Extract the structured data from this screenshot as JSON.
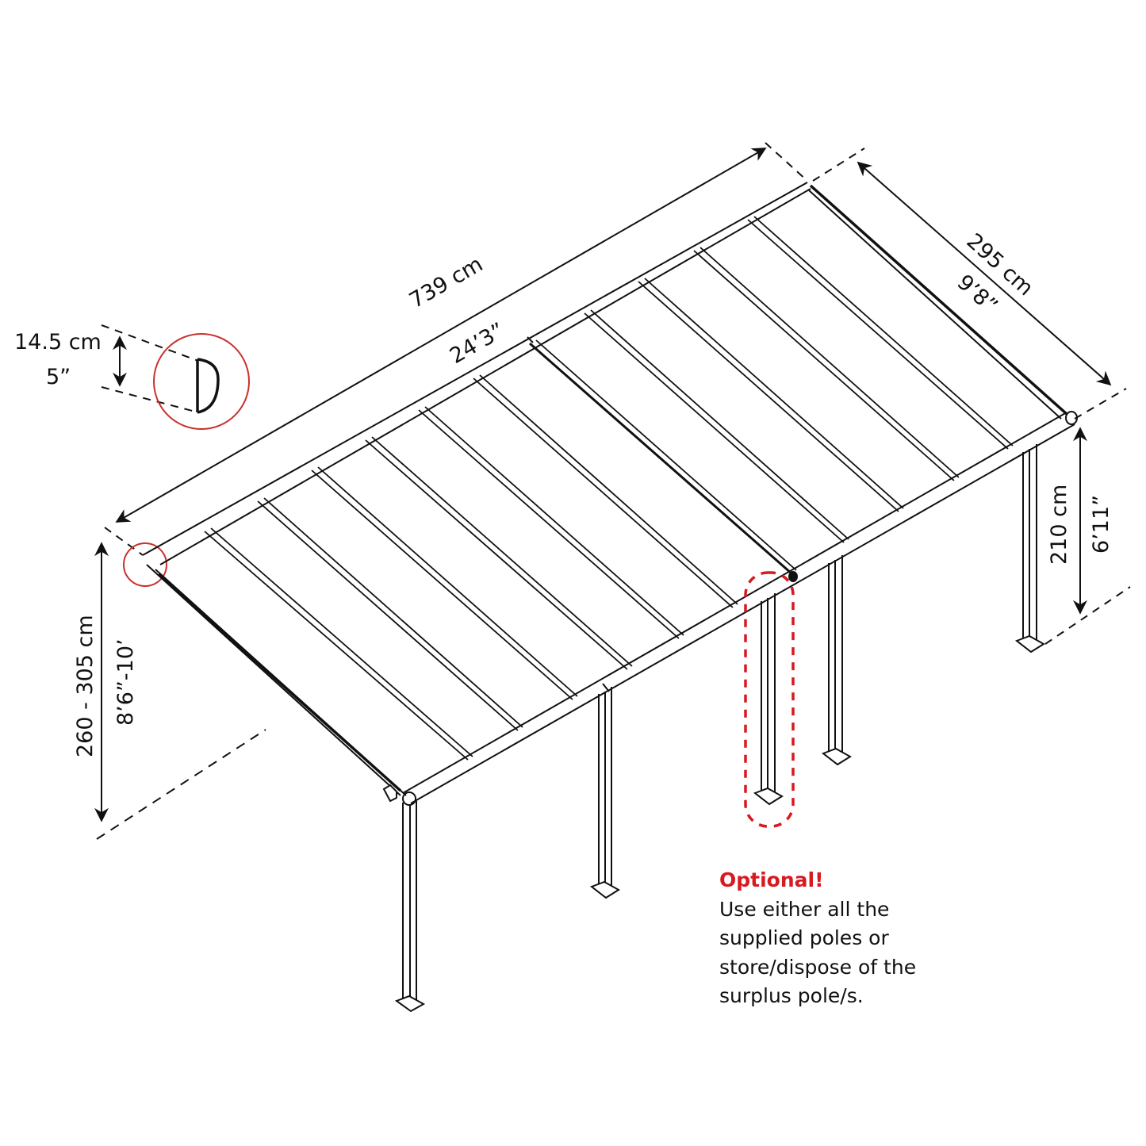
{
  "diagram": {
    "type": "patio-cover-dimension-drawing",
    "accent_color": "#d71920",
    "line_color": "#111111"
  },
  "dimensions": {
    "length": {
      "metric": "739 cm",
      "imperial": "24’3”"
    },
    "width": {
      "metric": "295 cm",
      "imperial": "9’8”"
    },
    "gutter_height": {
      "metric": "210 cm",
      "imperial": "6’11”"
    },
    "wall_height": {
      "metric": "260 - 305 cm",
      "imperial": "8’6”-10’"
    },
    "profile_height": {
      "metric": "14.5 cm",
      "imperial": "5”"
    }
  },
  "callouts": {
    "detail_circle": "wall-profile-detail",
    "optional_post": "optional-post-highlight"
  },
  "note": {
    "title": "Optional!",
    "lines": [
      "Use either all the",
      "supplied poles or",
      "store/dispose of the",
      "surplus pole/s."
    ]
  }
}
